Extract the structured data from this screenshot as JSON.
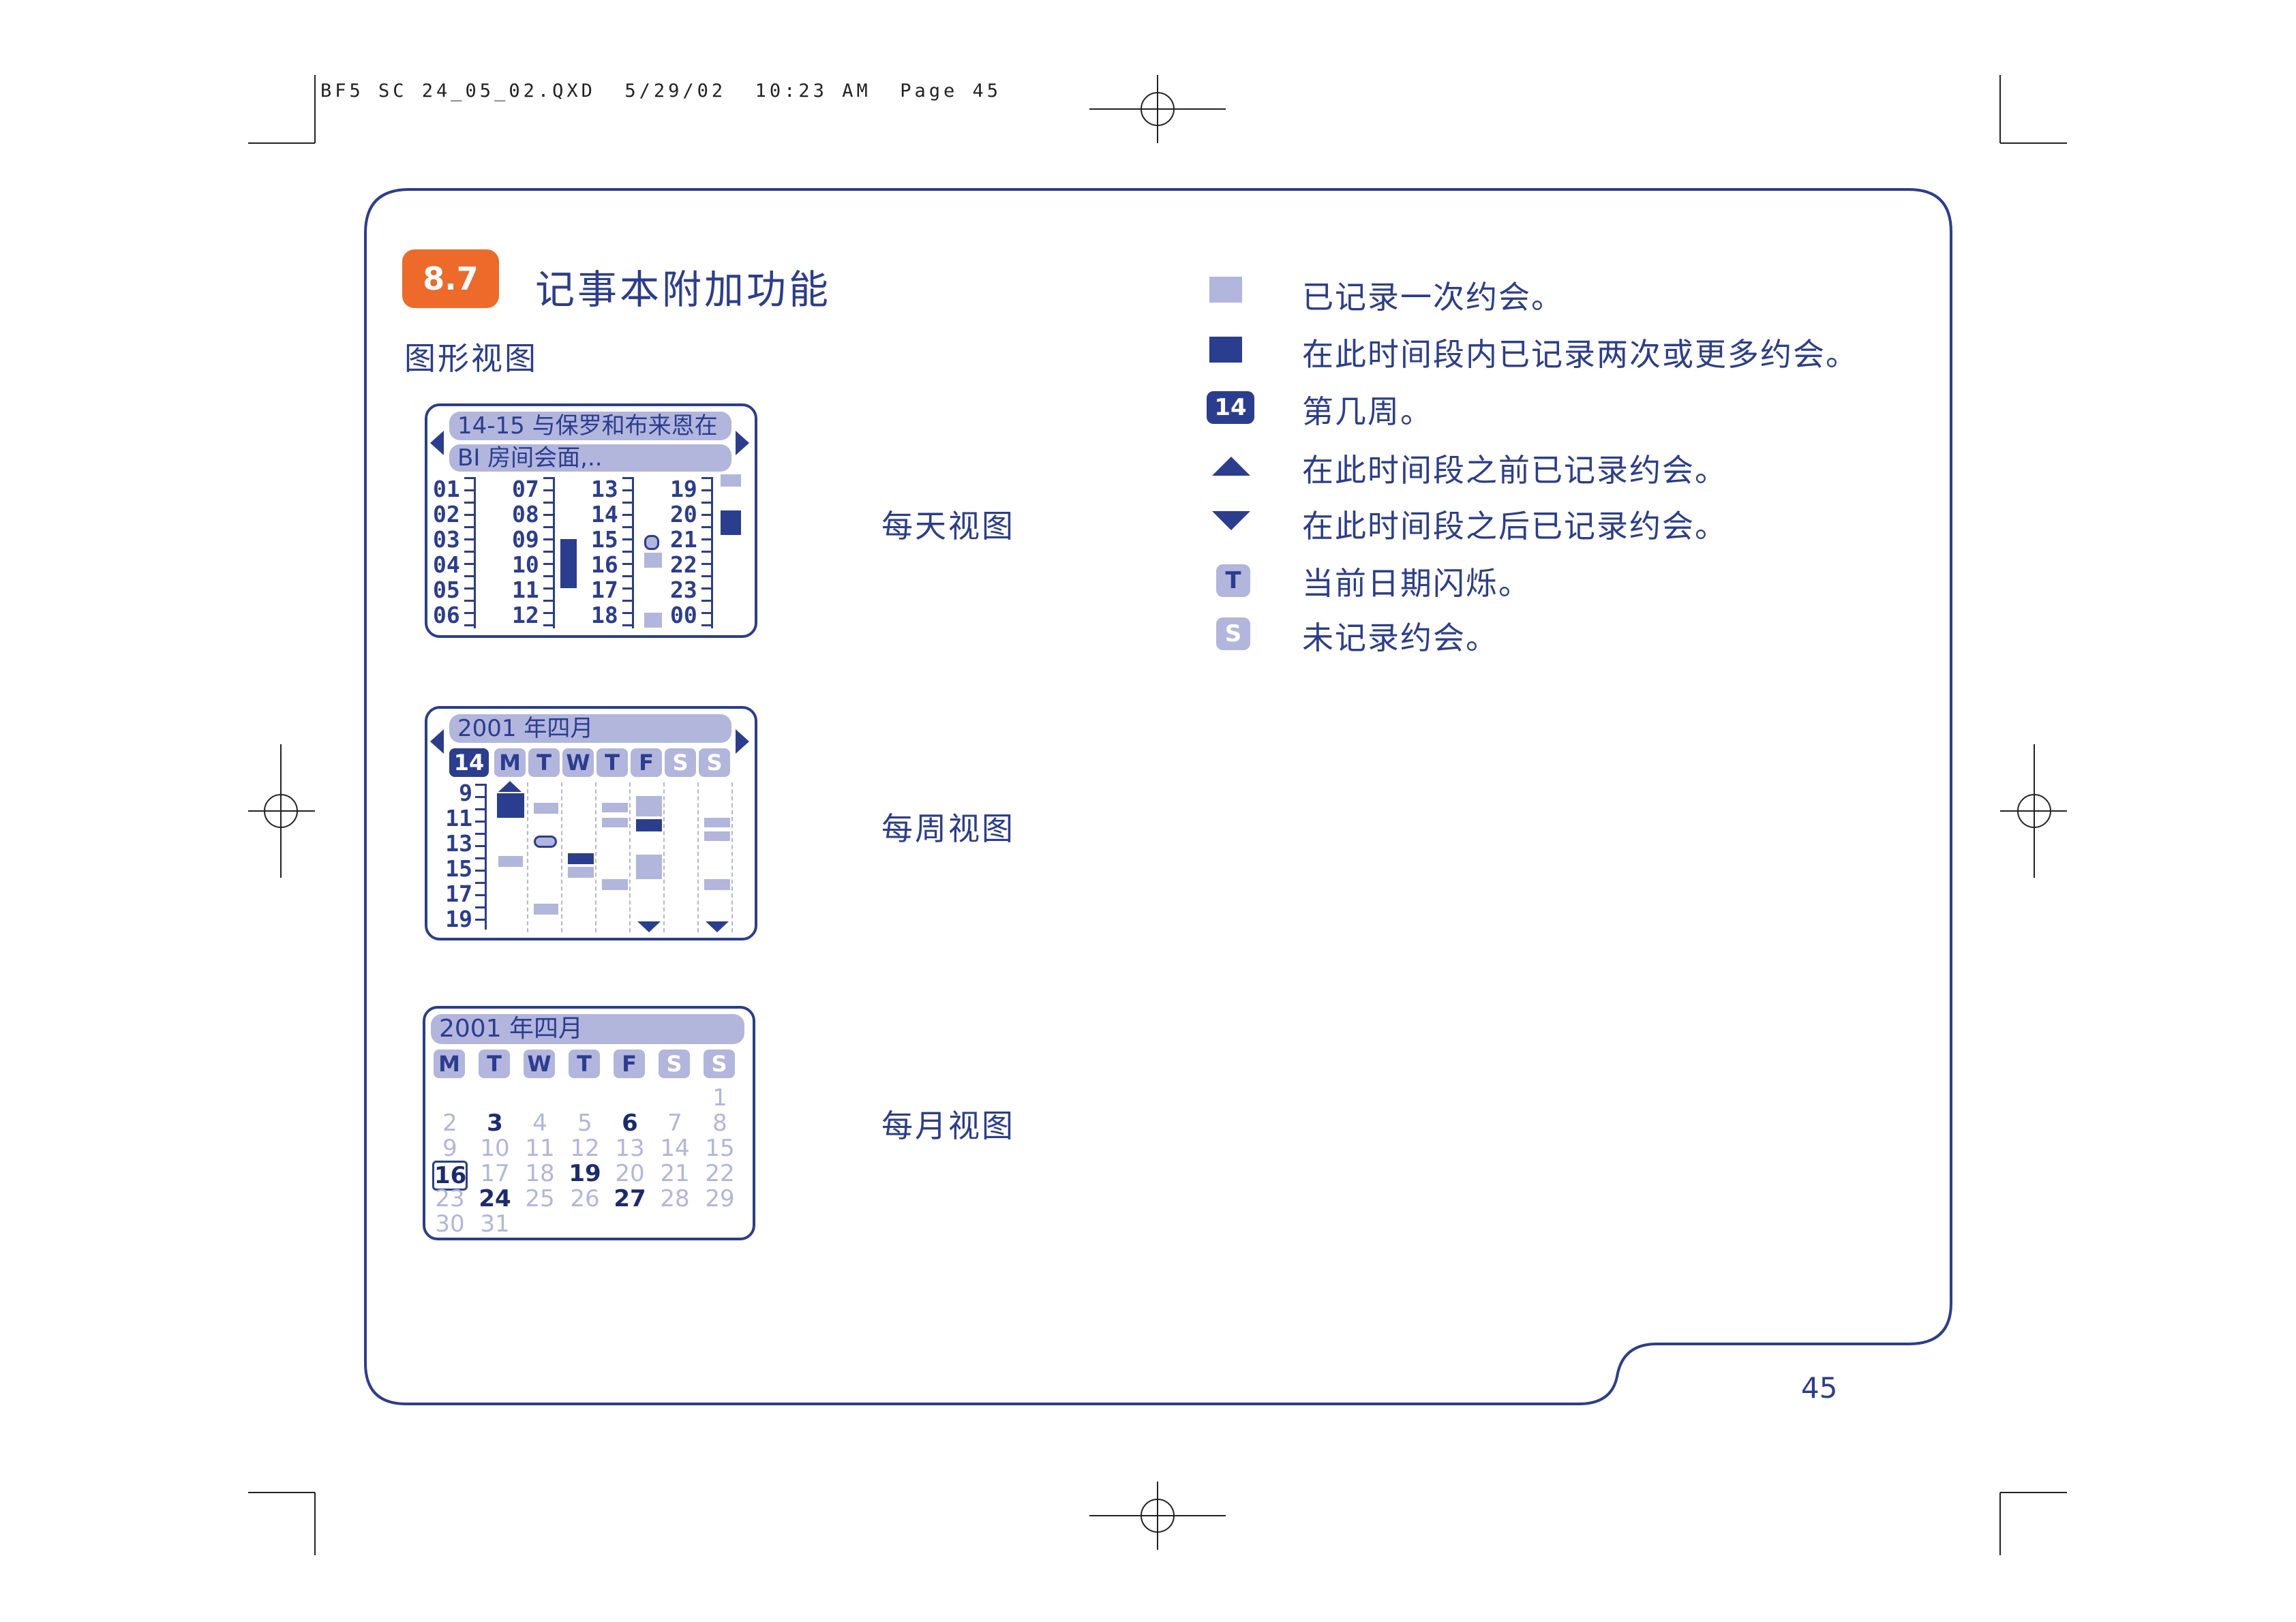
{
  "slug_line": "BF5 SC 24_05_02.QXD  5/29/02  10:23 AM  Page 45",
  "section": {
    "number": "8.7",
    "title": "记事本附加功能",
    "subtitle": "图形视图"
  },
  "colors": {
    "accent": "#ee6a2a",
    "primary": "#2b3d8f",
    "light": "#b3b6dc"
  },
  "daily": {
    "label": "每天视图",
    "header_line1": "14-15  与保罗和布来恩在",
    "header_line2": "BI  房间会面,..",
    "hours_col1": [
      "01",
      "02",
      "03",
      "04",
      "05",
      "06"
    ],
    "hours_col2": [
      "07",
      "08",
      "09",
      "10",
      "11",
      "12"
    ],
    "hours_col3": [
      "13",
      "14",
      "15",
      "16",
      "17",
      "18"
    ],
    "hours_col4": [
      "19",
      "20",
      "21",
      "22",
      "23",
      "00"
    ]
  },
  "weekly": {
    "label": "每周视图",
    "header": "2001 年四月",
    "week_number": "14",
    "days": [
      "M",
      "T",
      "W",
      "T",
      "F",
      "S",
      "S"
    ],
    "hours": [
      "9",
      "11",
      "13",
      "15",
      "17",
      "19"
    ]
  },
  "monthly": {
    "label": "每月视图",
    "header": "2001 年四月",
    "days": [
      "M",
      "T",
      "W",
      "T",
      "F",
      "S",
      "S"
    ],
    "weeks": [
      [
        "",
        "",
        "",
        "",
        "",
        "",
        "1"
      ],
      [
        "2",
        "3",
        "4",
        "5",
        "6",
        "7",
        "8"
      ],
      [
        "9",
        "10",
        "11",
        "12",
        "13",
        "14",
        "15"
      ],
      [
        "16",
        "17",
        "18",
        "19",
        "20",
        "21",
        "22"
      ],
      [
        "23",
        "24",
        "25",
        "26",
        "27",
        "28",
        "29"
      ],
      [
        "30",
        "31",
        "",
        "",
        "",
        "",
        ""
      ]
    ]
  },
  "legend": {
    "single": "已记录一次约会。",
    "multiple": "在此时间段内已记录两次或更多约会。",
    "week_badge": "14",
    "week": "第几周。",
    "before": "在此时间段之前已记录约会。",
    "after": "在此时间段之后已记录约会。",
    "today_badge": "T",
    "today": "当前日期闪烁。",
    "none_badge": "S",
    "none": "未记录约会。"
  },
  "page_number": "45"
}
